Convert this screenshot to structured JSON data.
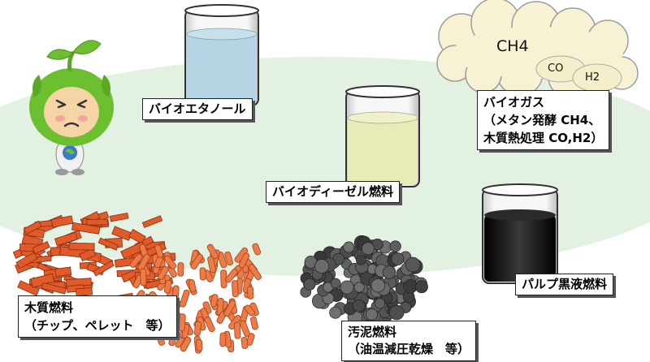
{
  "labels": {
    "bioethanol": "バイオエタノール",
    "biodiesel": "バイオディーゼル燃料",
    "pulp": "パルプ黒液燃料",
    "biogas": {
      "title": "バイオガス",
      "line1": "（メタン発酵 CH4、",
      "line2": "木質熱処理 CO,H2）"
    },
    "wood": {
      "title": "木質燃料",
      "line1": "（チップ、ペレット　等）"
    },
    "sludge": {
      "title": "汚泥燃料",
      "line1": "（油温減圧乾燥　等）"
    }
  },
  "cloud": {
    "ch4": "CH4",
    "co": "CO",
    "h2": "H2"
  },
  "colors": {
    "ellipse": "#e3f1e3",
    "bioethanol_liquid": "#b6d4e4",
    "biodiesel_liquid": "#e9ebb4",
    "pulp_liquid": "#151515",
    "wood_chip": "#e05a2a",
    "wood_pellet": "#ee7a45",
    "sludge": "#4a4a4a",
    "mascot_leaf": "#66bb2e",
    "mascot_face": "#f5d4a6",
    "cloud_fill": "#f7f2d3"
  },
  "icons": {
    "mascot": "worried-sprout-mascot",
    "cloud": "gas-cloud-icon",
    "beaker": "beaker-icon"
  }
}
